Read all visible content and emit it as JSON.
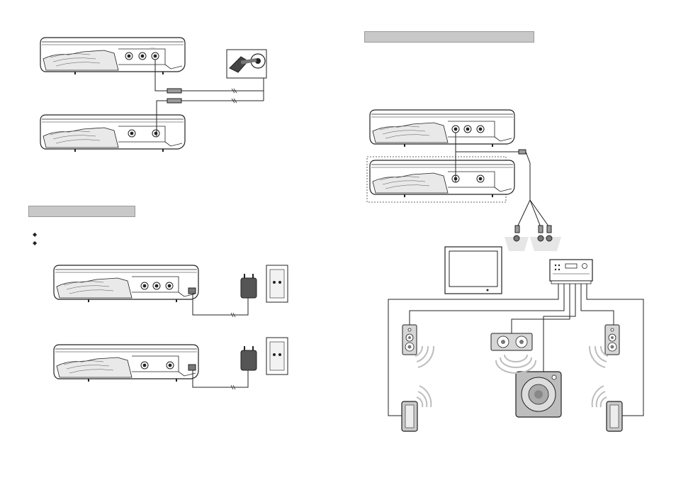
{
  "left_page": {
    "section_bar_1": {
      "text": "",
      "color": "#c8c8c8"
    },
    "bullets": [
      "◆",
      "◆"
    ]
  },
  "right_page": {
    "section_bar_1": {
      "text": "",
      "color": "#c8c8c8"
    }
  },
  "players": [
    {
      "id": "player-top-left",
      "jacks": 3
    },
    {
      "id": "player-mid-left",
      "jacks": 2
    },
    {
      "id": "player-power-1",
      "jacks": 3
    },
    {
      "id": "player-power-2",
      "jacks": 2
    },
    {
      "id": "player-right-1",
      "jacks": 3
    },
    {
      "id": "player-right-2",
      "jacks": 2
    }
  ],
  "icons": {
    "adapter": "power-adapter-icon",
    "outlet": "wall-outlet-icon",
    "tv": "television-icon",
    "receiver": "av-receiver-icon",
    "speaker": "speaker-icon",
    "subwoofer": "subwoofer-icon",
    "headphone_jack": "headphone-jack-icon"
  },
  "colors": {
    "line": "#222222",
    "device_fill": "#ffffff",
    "speaker_fill": "#d6d6d6",
    "sub_fill": "#bdbdbd",
    "plug_fill": "#9a9a9a"
  }
}
